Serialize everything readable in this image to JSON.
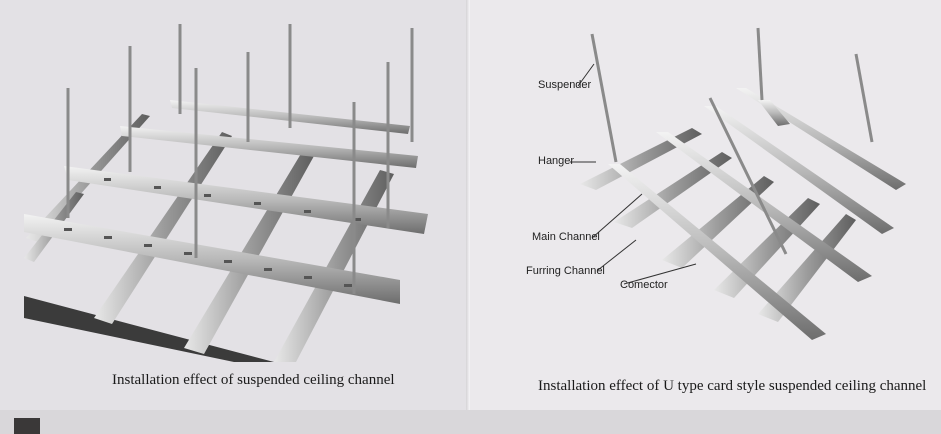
{
  "left_page": {
    "caption": "Installation effect of suspended ceiling channel"
  },
  "right_page": {
    "caption": "Installation effect of U type card style suspended ceiling channel",
    "callouts": {
      "suspender": "Suspender",
      "hanger": "Hanger",
      "main_channel": "Main Channel",
      "furring_channel": "Furring Channel",
      "connector": "Comector"
    }
  }
}
